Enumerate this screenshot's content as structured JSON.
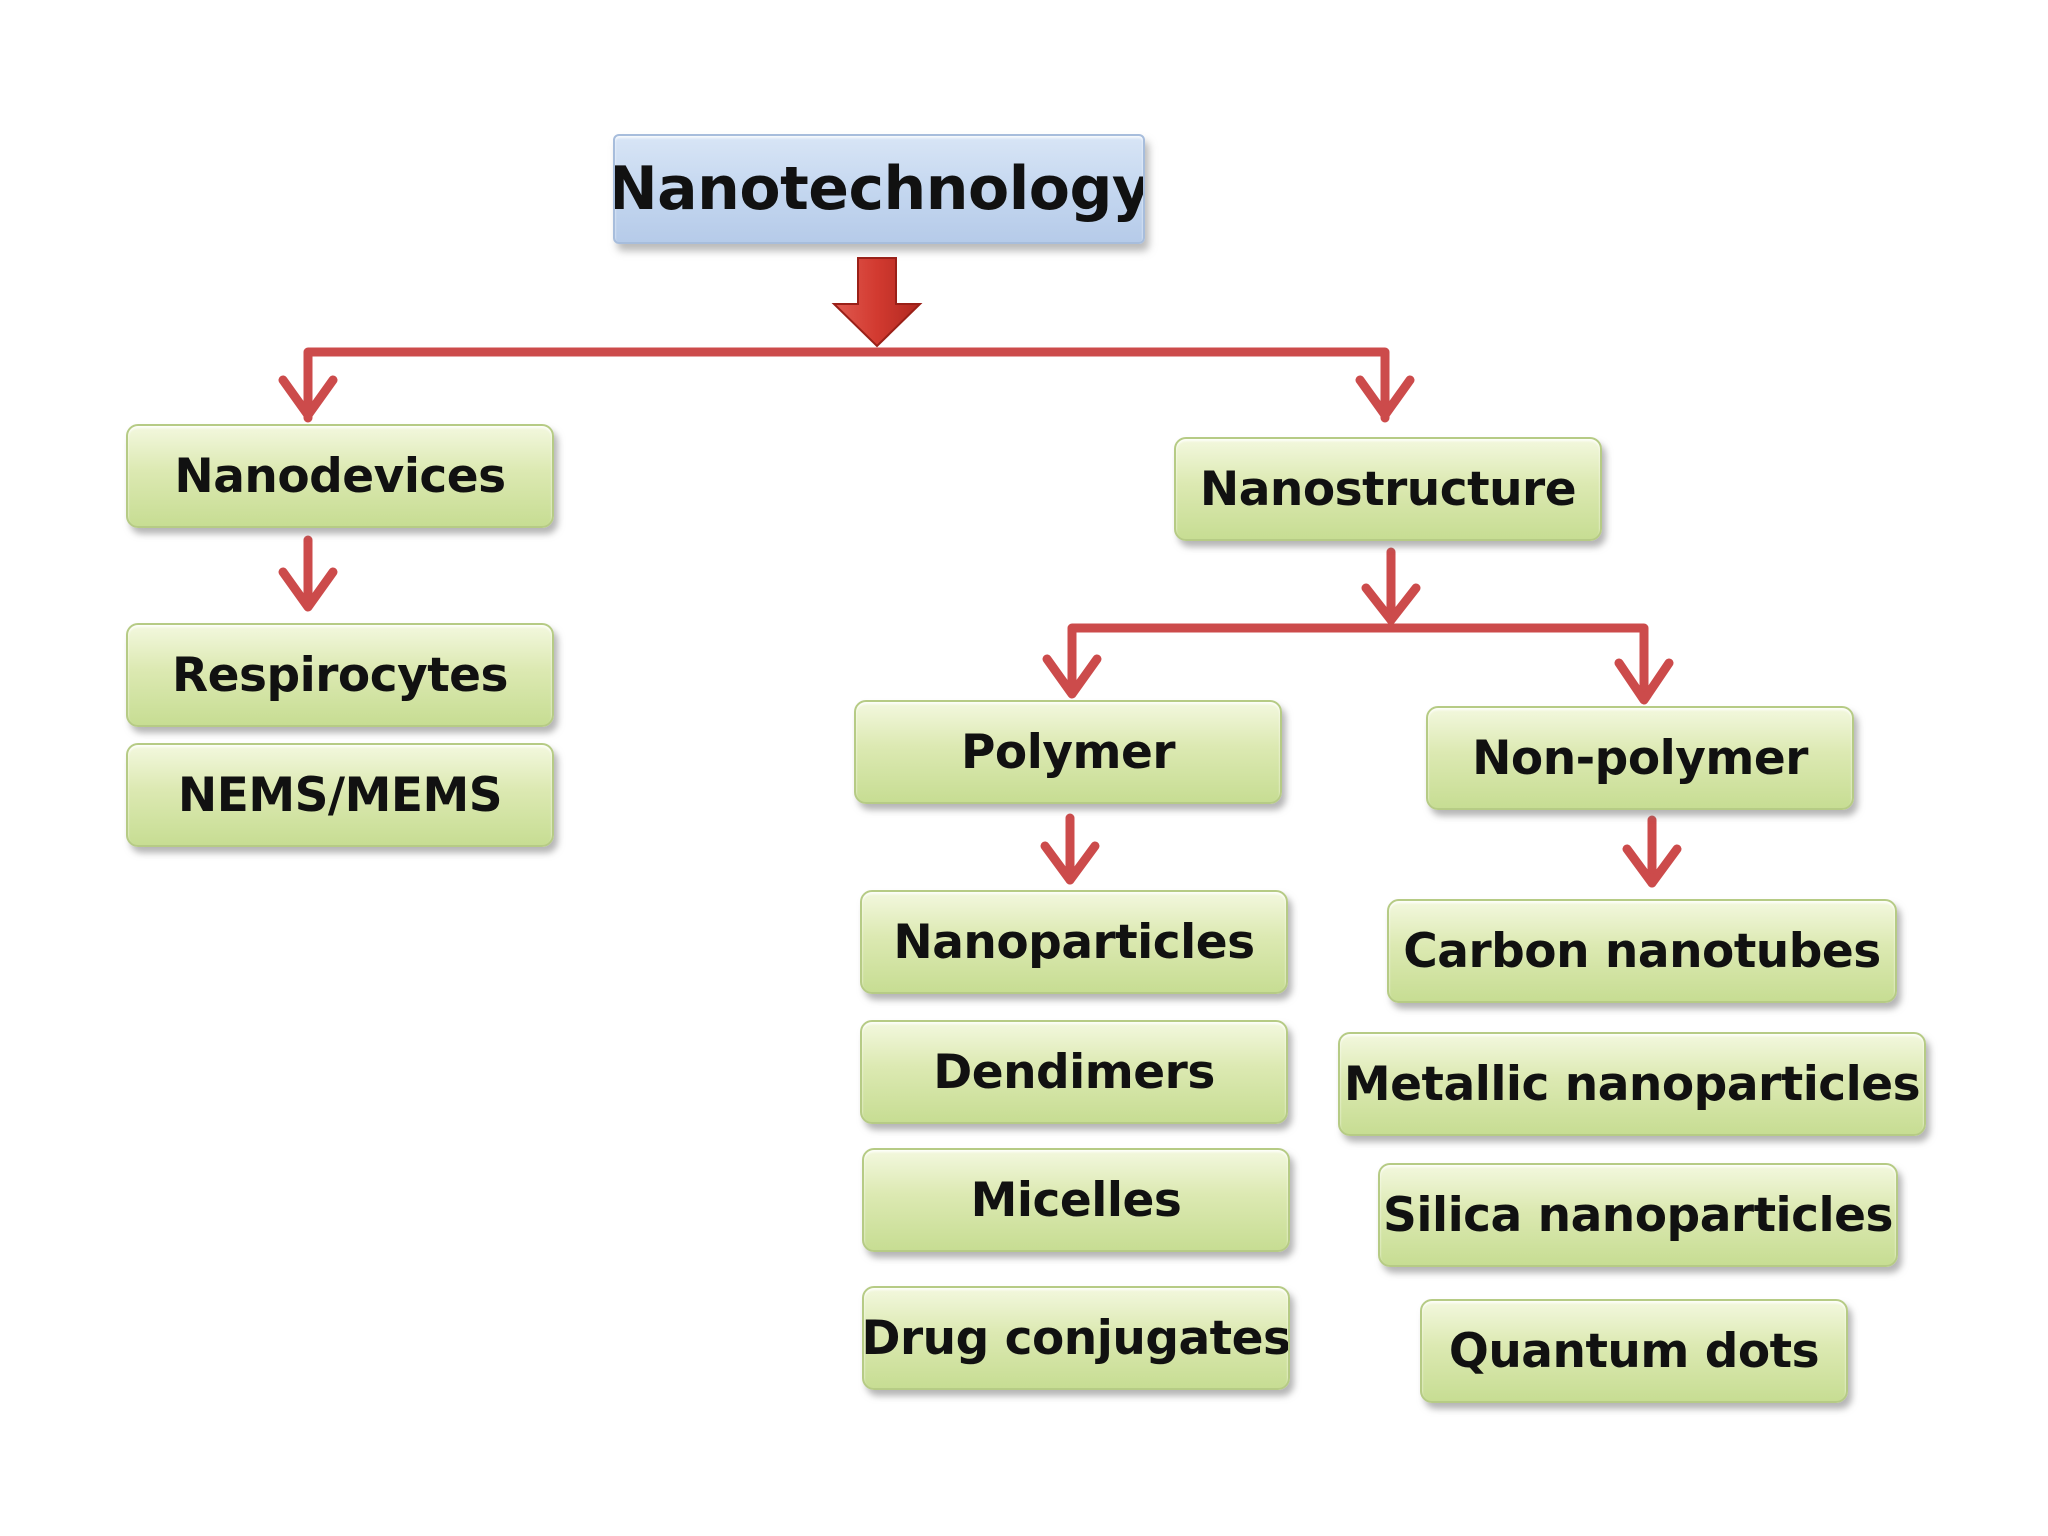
{
  "diagram": {
    "root": "Nanotechnology",
    "branches": {
      "nanodevices": {
        "label": "Nanodevices",
        "children": [
          "Respirocytes",
          "NEMS/MEMS"
        ]
      },
      "nanostructure": {
        "label": "Nanostructure",
        "polymer": {
          "label": "Polymer",
          "children": [
            "Nanoparticles",
            "Dendimers",
            "Micelles",
            "Drug conjugates"
          ]
        },
        "non_polymer": {
          "label": "Non-polymer",
          "children": [
            "Carbon nanotubes",
            "Metallic nanoparticles",
            "Silica nanoparticles",
            "Quantum dots"
          ]
        }
      }
    }
  },
  "colors": {
    "connector": "#cc4b4b",
    "node_fill": "#d6e6a8",
    "root_fill": "#c6d8f0",
    "text": "#111111"
  }
}
